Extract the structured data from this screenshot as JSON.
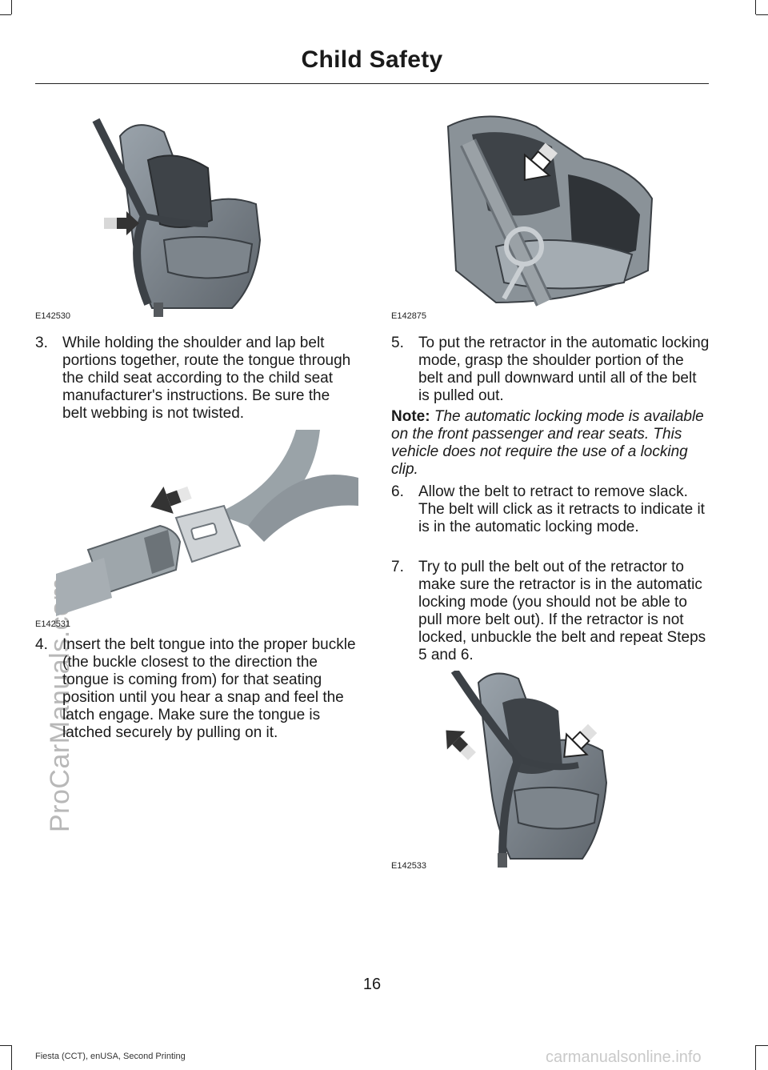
{
  "header": {
    "title": "Child Safety"
  },
  "watermark": "ProCarManuals.com",
  "figures": {
    "fig1": "E142530",
    "fig2": "E142875",
    "fig3": "E142531",
    "fig4": "E142533"
  },
  "steps": [
    {
      "num": "3.",
      "text": "While holding the shoulder and lap belt portions together, route the tongue through the child seat according to the child seat manufacturer's instructions. Be sure the belt webbing is not twisted."
    },
    {
      "num": "4.",
      "text": "Insert the belt tongue into the proper buckle (the buckle closest to the direction the tongue is coming from) for that seating position until you hear a snap and feel the latch engage. Make sure the tongue is latched securely by pulling on it."
    },
    {
      "num": "5.",
      "text": "To put the retractor in the automatic locking mode, grasp the shoulder portion of the belt and pull downward until all of the belt is pulled out."
    },
    {
      "num": "6.",
      "text": "Allow the belt to retract to remove slack. The belt will click as it retracts to indicate it is in the automatic locking mode."
    },
    {
      "num": "7.",
      "text": "Try to pull the belt out of the retractor to make sure the retractor is in the automatic locking mode (you should not be able to pull more belt out). If the retractor is not locked, unbuckle the belt and repeat Steps 5 and 6."
    }
  ],
  "note": {
    "label": "Note:",
    "text": "The automatic locking mode is available on the front passenger and rear seats. This vehicle does not require the use of a locking clip."
  },
  "footer": {
    "page_number": "16",
    "edition": "Fiesta (CCT), enUSA, Second Printing",
    "site": "carmanualsonline.info"
  }
}
